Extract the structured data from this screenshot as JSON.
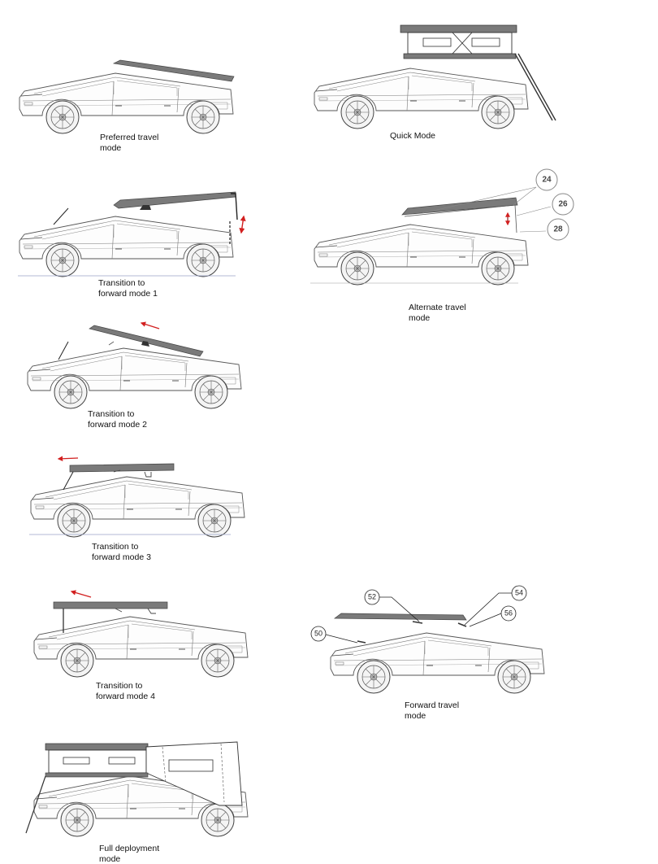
{
  "captions": {
    "preferred": [
      "Preferred travel",
      "mode"
    ],
    "quick": [
      "Quick Mode"
    ],
    "transition1": [
      "Transition to",
      "forward mode 1"
    ],
    "alternate": [
      "Alternate travel",
      "mode"
    ],
    "transition2": [
      "Transition to",
      "forward mode 2"
    ],
    "transition3": [
      "Transition to",
      "forward mode 3"
    ],
    "transition4": [
      "Transition to",
      "forward mode 4"
    ],
    "forward": [
      "Forward travel",
      "mode"
    ],
    "full": [
      "Full deployment",
      "mode"
    ]
  },
  "callouts": {
    "alternate": [
      "24",
      "26",
      "28"
    ],
    "forward": [
      "52",
      "54",
      "56",
      "50"
    ]
  },
  "colors": {
    "panel": "#7a7a7a",
    "arrow": "#d21f1f",
    "line": "#555555"
  }
}
